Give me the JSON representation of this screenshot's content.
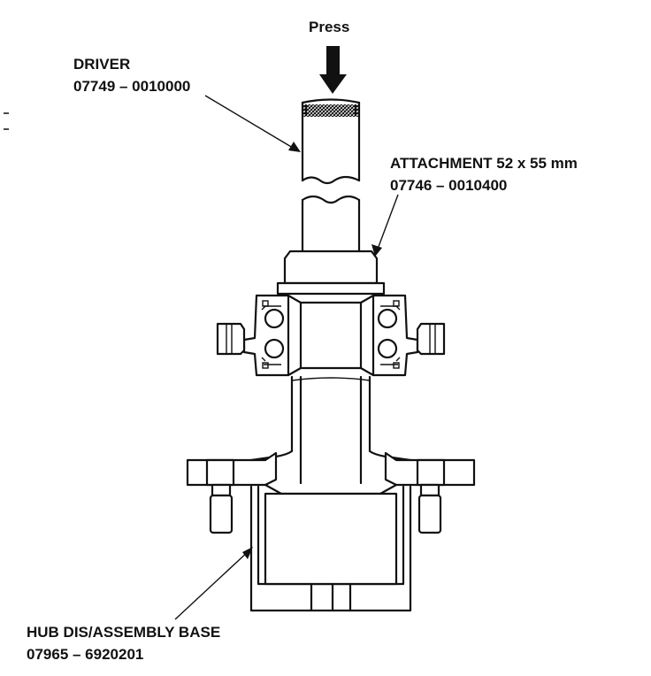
{
  "press": "Press",
  "driver": {
    "name": "DRIVER",
    "part_no": "07749 – 0010000"
  },
  "attachment": {
    "name": "ATTACHMENT 52 x 55 mm",
    "part_no": "07746 – 0010400"
  },
  "base": {
    "name": "HUB DIS/ASSEMBLY BASE",
    "part_no": "07965 – 6920201"
  }
}
